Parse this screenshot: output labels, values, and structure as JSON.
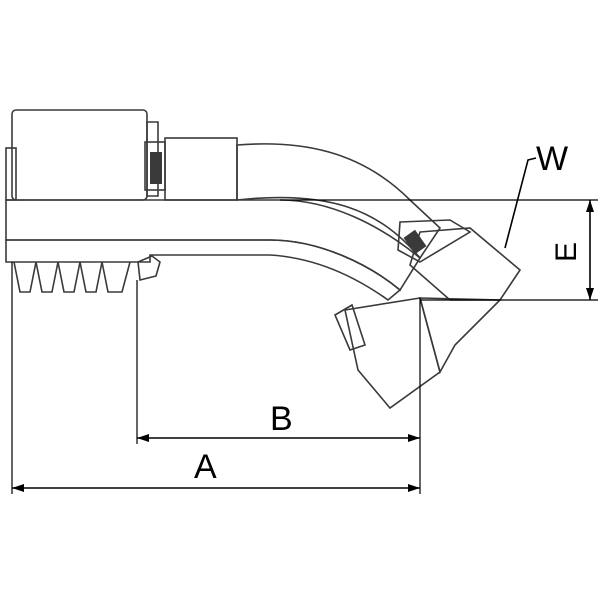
{
  "drawing": {
    "dimensions": {
      "a": "A",
      "b": "B",
      "e": "E",
      "w": "W"
    }
  }
}
